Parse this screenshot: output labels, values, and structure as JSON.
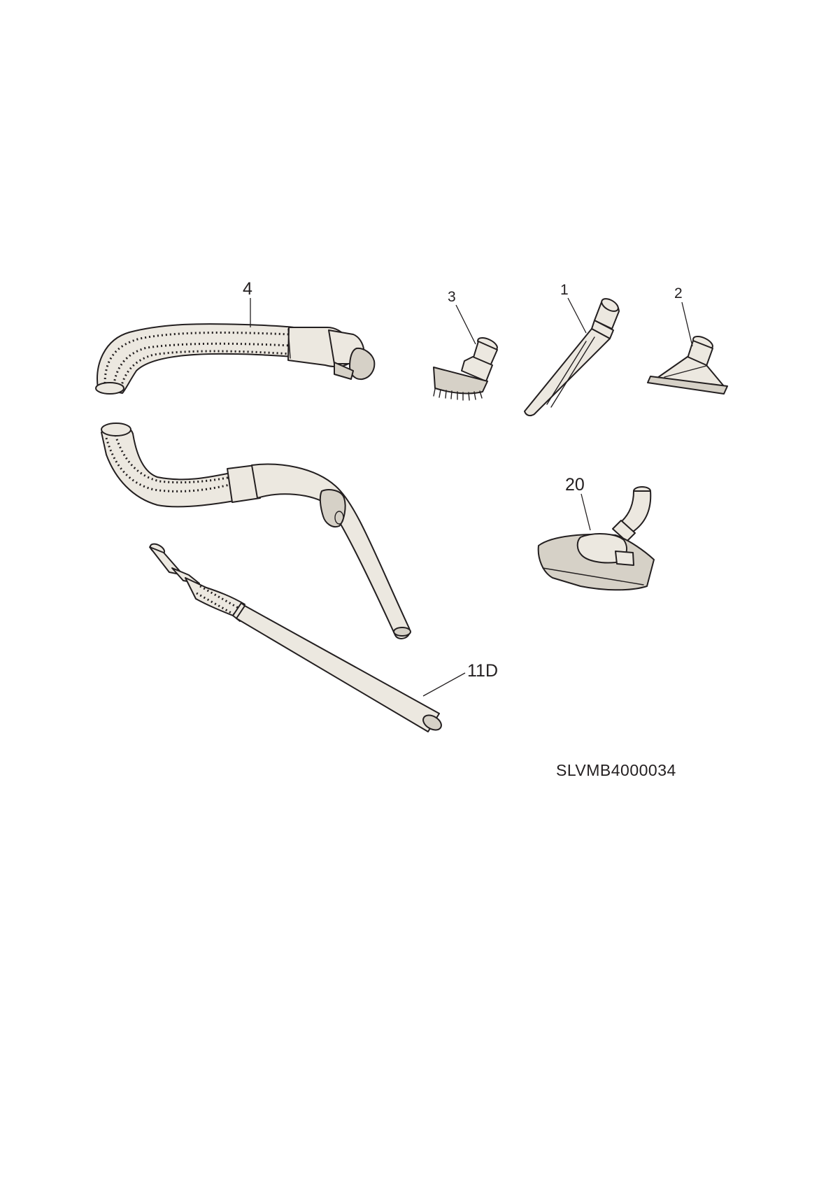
{
  "callouts": {
    "hose_handle": "4",
    "dusting_brush": "3",
    "crevice_tool": "1",
    "upholstery_nozzle": "2",
    "floor_nozzle": "20",
    "telescopic_tube": "11D"
  },
  "drawing_code": "SLVMB4000034",
  "colors": {
    "ink": "#231f20",
    "part_fill": "#ece8e0",
    "part_shade": "#d6d1c7",
    "background": "#ffffff"
  }
}
